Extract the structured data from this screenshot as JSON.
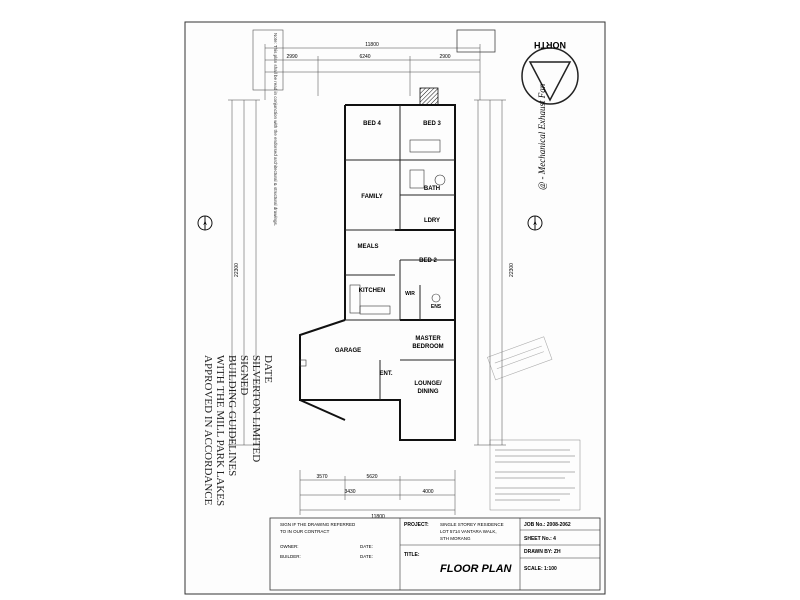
{
  "drawing": {
    "title": "FLOOR PLAN",
    "scale_text": "SCALE: 1:100"
  },
  "rooms": {
    "bed4": "BED 4",
    "bed3": "BED 3",
    "family": "FAMILY",
    "bath": "BATH",
    "ldry": "LDRY",
    "meals": "MEALS",
    "bed2": "BED 2",
    "kitchen": "KITCHEN",
    "wir": "WIR",
    "ens": "ENS",
    "master": "MASTER",
    "bedroom": "BEDROOM",
    "garage": "GARAGE",
    "ent": "ENT.",
    "lounge": "LOUNGE/",
    "dining": "DINING"
  },
  "dimensions": {
    "overall_width": "11800",
    "overall_width_bottom": "11800",
    "left_height": "22300",
    "right_height": "22300",
    "dim_2990": "2990",
    "dim_6240": "6240",
    "dim_2900": "2900",
    "dim_3570": "3570",
    "dim_5620": "5620",
    "dim_4000": "4000",
    "dim_3430": "3430"
  },
  "notes": {
    "top_right_note": "@ - Mechanical Exhaust Fan",
    "job_no": "JOB No.: 2008-2062",
    "sheet_no": "SHEET No.: 4",
    "drawn_by": "DRAWN BY: ZH",
    "scale": "SCALE: 1:100",
    "project_label": "PROJECT:",
    "project_line1": "SINGLE STOREY RESIDENCE",
    "project_line2": "LOT 5714 VANTARA WALK,",
    "project_line3": "STH MORANG",
    "title_label": "TITLE:",
    "block_left1": "SIGN IF THE DRAWING REFERRED",
    "block_left2": "TO IN OUR CONTRACT",
    "owner": "OWNER:",
    "builder": "BUILDER:",
    "date_field": "DATE:",
    "upper_left_notes": "Note: This plan shall be read in conjunction with the endorsed architectural & structural drawings."
  },
  "stamps": {
    "approved_line1": "APPROVED IN ACCORDANCE",
    "approved_line2": "WITH THE MILL PARK LAKES",
    "approved_line3": "BUILDING GUIDELINES",
    "signed": "SIGNED",
    "company": "SILVERTON LIMITED",
    "date_label": "DATE"
  },
  "north": "NORTH",
  "section_marker": "A"
}
